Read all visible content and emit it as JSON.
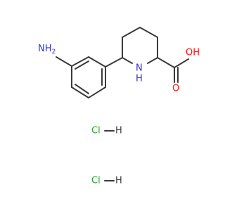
{
  "molecule": {
    "atoms": {
      "amine": {
        "text": "NH",
        "subscript": "2",
        "color": "#3333cc"
      },
      "ring_nitrogen": {
        "text": "N",
        "hydrogen": "H",
        "color": "#3333cc"
      },
      "carbonyl_oxygen": {
        "text": "O",
        "color": "#ff0d0d"
      },
      "hydroxyl": {
        "text": "OH",
        "color": "#ff0d0d"
      }
    },
    "salts": [
      {
        "chlorine": "Cl",
        "hydrogen": "H"
      },
      {
        "chlorine": "Cl",
        "hydrogen": "H"
      }
    ]
  },
  "colors": {
    "bond": "#3a3a3a",
    "nitrogen": "#3333cc",
    "oxygen": "#ff0d0d",
    "chlorine": "#2ca02c",
    "hydrogen": "#3a3a3a"
  }
}
